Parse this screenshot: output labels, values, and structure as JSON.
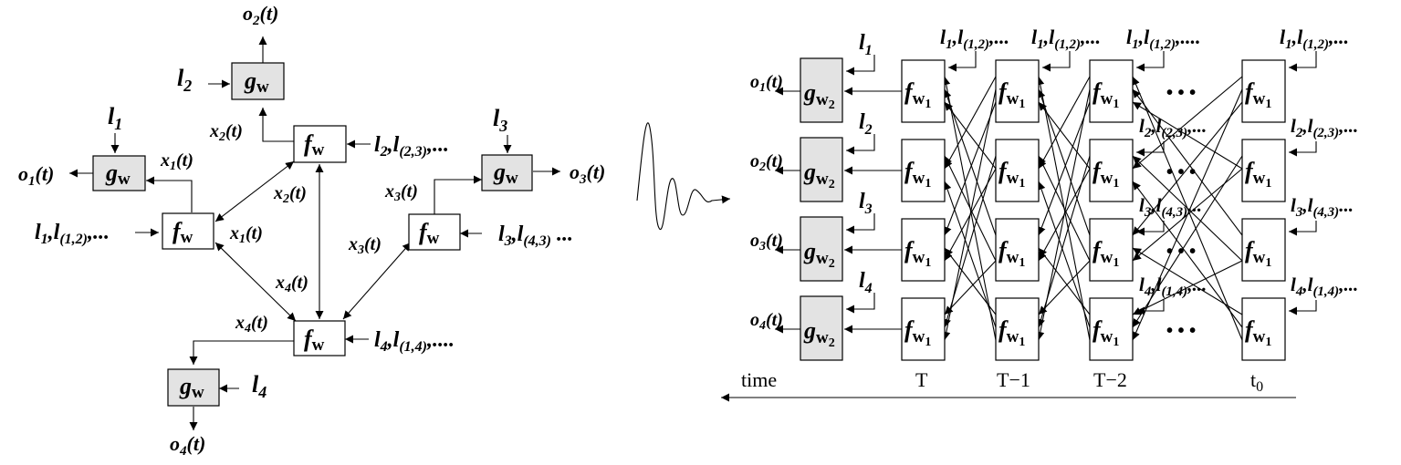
{
  "left": {
    "nodes": {
      "f_base": "f",
      "f_sub": "w",
      "g_base": "g",
      "g_sub": "w"
    },
    "outputs": {
      "o1": "o",
      "o1_sub": "1",
      "o1_arg": "(t)",
      "o2": "o",
      "o2_sub": "2",
      "o2_arg": "(t)",
      "o3": "o",
      "o3_sub": "3",
      "o3_arg": "(t)",
      "o4": "o",
      "o4_sub": "4",
      "o4_arg": "(t)"
    },
    "labels": {
      "l1_pre": "l",
      "l1_sub": "1",
      "l2_pre": "l",
      "l2_sub": "2",
      "l3_pre": "l",
      "l3_sub": "3",
      "l4_pre": "l",
      "l4_sub": "4",
      "in1_a": "l",
      "in1_a_sub": "1",
      "in1_b": ",l",
      "in1_b_sub": "(1,2)",
      "in1_c": ",...",
      "in2_a": "l",
      "in2_a_sub": "2",
      "in2_b": ",l",
      "in2_b_sub": "(2,3)",
      "in2_c": ",...",
      "in3_a": "l",
      "in3_a_sub": "3",
      "in3_b": ",l",
      "in3_b_sub": "(4,3)",
      "in3_c": " ...",
      "in4_a": "l",
      "in4_a_sub": "4",
      "in4_b": ",l",
      "in4_b_sub": "(1,4)",
      "in4_c": ",...."
    },
    "states": {
      "x": "x",
      "arg": "(t)",
      "s1": "1",
      "s2": "2",
      "s3": "3",
      "s4": "4"
    }
  },
  "right": {
    "f_base": "f",
    "f_sub": "w",
    "f_subsub": "1",
    "g_base": "g",
    "g_sub": "w",
    "g_subsub": "2",
    "ellipsis": "• • •",
    "time_label": "time",
    "columns": [
      "T",
      "T−1",
      "T−2"
    ],
    "t0_base": "t",
    "t0_sub": "0",
    "outputs": [
      {
        "o": "o",
        "sub": "1",
        "arg": "(t)"
      },
      {
        "o": "o",
        "sub": "2",
        "arg": "(t)"
      },
      {
        "o": "o",
        "sub": "3",
        "arg": "(t)"
      },
      {
        "o": "o",
        "sub": "4",
        "arg": "(t)"
      }
    ],
    "node_labels": [
      {
        "l": "l",
        "sub": "1"
      },
      {
        "l": "l",
        "sub": "2"
      },
      {
        "l": "l",
        "sub": "3"
      },
      {
        "l": "l",
        "sub": "4"
      }
    ],
    "top_inputs": [
      {
        "a": "l",
        "a_sub": "1",
        "b": ",l",
        "b_sub": "(1,2)",
        "c": ",..."
      },
      {
        "a": "l",
        "a_sub": "1",
        "b": ",l",
        "b_sub": "(1,2)",
        "c": ",..."
      },
      {
        "a": "l",
        "a_sub": "1",
        "b": ",l",
        "b_sub": "(1,2)",
        "c": ",...."
      },
      {
        "a": "l",
        "a_sub": "1",
        "b": ",l",
        "b_sub": "(1,2)",
        "c": ",..."
      }
    ],
    "row_inputs": [
      {
        "a": "l",
        "a_sub": "2",
        "b": ",l",
        "b_sub": "(2,3)",
        "c": ",..."
      },
      {
        "a": "l",
        "a_sub": "3",
        "b": ",l",
        "b_sub": "(4,3)",
        "c": "..."
      },
      {
        "a": "l",
        "a_sub": "4",
        "b": ",l",
        "b_sub": "(1,4)",
        "c": ",..."
      }
    ]
  }
}
